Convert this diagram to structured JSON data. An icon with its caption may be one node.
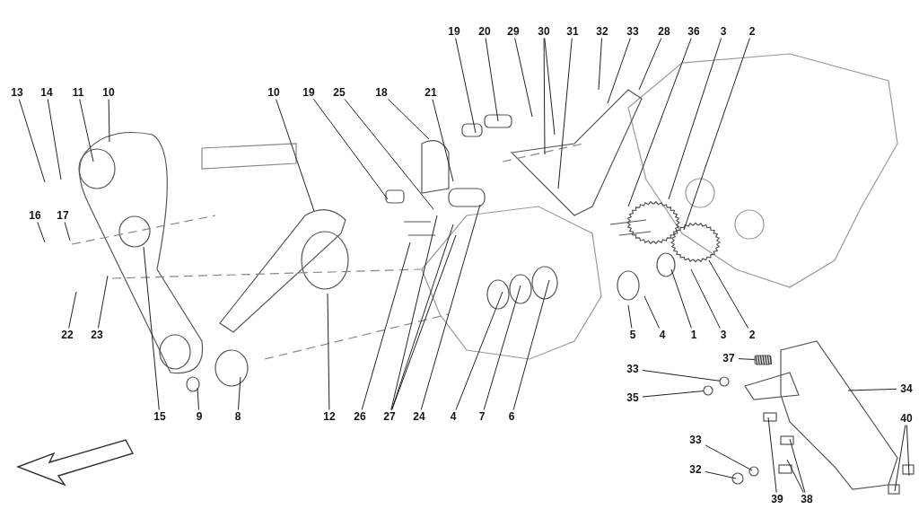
{
  "diagram": {
    "nodes": [
      {
        "text": [
          "19"
        ]
      },
      {
        "text": [
          "20"
        ]
      },
      {
        "text": [
          "29"
        ]
      },
      {
        "text": [
          "30"
        ]
      },
      {
        "text": [
          "31"
        ]
      },
      {
        "text": [
          "32"
        ]
      },
      {
        "text": [
          "33"
        ]
      },
      {
        "text": [
          "28"
        ]
      },
      {
        "text": [
          "36"
        ]
      },
      {
        "text": [
          "3"
        ]
      },
      {
        "text": [
          "2"
        ]
      },
      {
        "text": [
          "13"
        ]
      },
      {
        "text": [
          "14"
        ]
      },
      {
        "text": [
          "11"
        ]
      },
      {
        "text": [
          "10"
        ]
      },
      {
        "text": [
          "10"
        ]
      },
      {
        "text": [
          "19"
        ]
      },
      {
        "text": [
          "25"
        ]
      },
      {
        "text": [
          "18"
        ]
      },
      {
        "text": [
          "21"
        ]
      },
      {
        "text": [
          "16"
        ]
      },
      {
        "text": [
          "17"
        ]
      },
      {
        "text": [
          "22"
        ]
      },
      {
        "text": [
          "23"
        ]
      },
      {
        "text": [
          "5"
        ]
      },
      {
        "text": [
          "4"
        ]
      },
      {
        "text": [
          "1"
        ]
      },
      {
        "text": [
          "3"
        ]
      },
      {
        "text": [
          "2"
        ]
      },
      {
        "text": [
          "37"
        ]
      },
      {
        "text": [
          "33"
        ]
      },
      {
        "text": [
          "34"
        ]
      },
      {
        "text": [
          "35"
        ]
      },
      {
        "text": [
          "15"
        ]
      },
      {
        "text": [
          "9"
        ]
      },
      {
        "text": [
          "8"
        ]
      },
      {
        "text": [
          "12"
        ]
      },
      {
        "text": [
          "26"
        ]
      },
      {
        "text": [
          "27"
        ]
      },
      {
        "text": [
          "24"
        ]
      },
      {
        "text": [
          "4"
        ]
      },
      {
        "text": [
          "7"
        ]
      },
      {
        "text": [
          "6"
        ]
      },
      {
        "text": [
          "40"
        ]
      },
      {
        "text": [
          "33"
        ]
      },
      {
        "text": [
          "32"
        ]
      },
      {
        "text": [
          "39"
        ]
      },
      {
        "text": [
          "38"
        ]
      },
      {
        "text": [],
        "shape": "box"
      },
      {
        "text": [],
        "shape": "circle"
      },
      {
        "text": [],
        "shape": "circle"
      }
    ],
    "edges": [
      {
        "from": 0,
        "to": null,
        "arrow": "none"
      },
      {
        "from": 1,
        "to": null,
        "arrow": "none"
      },
      {
        "from": 2,
        "to": null,
        "arrow": "none"
      },
      {
        "from": 3,
        "to": null,
        "arrow": "none"
      },
      {
        "from": 3,
        "to": null,
        "arrow": "none"
      },
      {
        "from": 4,
        "to": null,
        "arrow": "none"
      },
      {
        "from": 5,
        "to": null,
        "arrow": "none"
      },
      {
        "from": 6,
        "to": null,
        "arrow": "none"
      },
      {
        "from": 7,
        "to": null,
        "arrow": "none"
      },
      {
        "from": 8,
        "to": null,
        "arrow": "none"
      },
      {
        "from": 9,
        "to": null,
        "arrow": "none"
      },
      {
        "from": 10,
        "to": null,
        "arrow": "none"
      },
      {
        "from": 11,
        "to": null,
        "arrow": "none"
      },
      {
        "from": 12,
        "to": null,
        "arrow": "none"
      },
      {
        "from": 13,
        "to": null,
        "arrow": "none"
      },
      {
        "from": 14,
        "to": null,
        "arrow": "none"
      },
      {
        "from": 15,
        "to": null,
        "arrow": "none"
      },
      {
        "from": 16,
        "to": null,
        "arrow": "none"
      },
      {
        "from": 17,
        "to": null,
        "arrow": "none"
      },
      {
        "from": 18,
        "to": null,
        "arrow": "none"
      },
      {
        "from": 19,
        "to": null,
        "arrow": "none"
      },
      {
        "from": 20,
        "to": null,
        "arrow": "none"
      },
      {
        "from": 21,
        "to": null,
        "arrow": "none"
      },
      {
        "from": 22,
        "to": null,
        "arrow": "none"
      },
      {
        "from": 23,
        "to": null,
        "arrow": "none"
      },
      {
        "from": 24,
        "to": null,
        "arrow": "none"
      },
      {
        "from": 25,
        "to": null,
        "arrow": "none"
      },
      {
        "from": 26,
        "to": null,
        "arrow": "none"
      },
      {
        "from": 27,
        "to": null,
        "arrow": "none"
      },
      {
        "from": 28,
        "to": null,
        "arrow": "none"
      },
      {
        "from": 29,
        "to": 48,
        "arrow": "none"
      },
      {
        "from": 30,
        "to": 49,
        "arrow": "none"
      },
      {
        "from": 31,
        "to": null,
        "arrow": "none"
      },
      {
        "from": 32,
        "to": 50,
        "arrow": "none"
      },
      {
        "from": 33,
        "to": null,
        "arrow": "none"
      },
      {
        "from": 34,
        "to": null,
        "arrow": "none"
      },
      {
        "from": 35,
        "to": null,
        "arrow": "none"
      },
      {
        "from": 36,
        "to": null,
        "arrow": "none"
      },
      {
        "from": 37,
        "to": null,
        "arrow": "none"
      },
      {
        "from": 38,
        "to": null,
        "arrow": "none"
      },
      {
        "from": 38,
        "to": null,
        "arrow": "none"
      },
      {
        "from": 38,
        "to": null,
        "arrow": "none"
      },
      {
        "from": 39,
        "to": null,
        "arrow": "none"
      },
      {
        "from": 40,
        "to": null,
        "arrow": "none"
      },
      {
        "from": 41,
        "to": null,
        "arrow": "none"
      },
      {
        "from": 42,
        "to": null,
        "arrow": "none"
      },
      {
        "from": 43,
        "to": null,
        "arrow": "none"
      },
      {
        "from": 43,
        "to": null,
        "arrow": "none"
      },
      {
        "from": 44,
        "to": null,
        "arrow": "none"
      },
      {
        "from": 45,
        "to": null,
        "arrow": "none"
      },
      {
        "from": 46,
        "to": null,
        "arrow": "none"
      },
      {
        "from": 47,
        "to": null,
        "arrow": "none"
      },
      {
        "from": 47,
        "to": null,
        "arrow": "none"
      }
    ]
  }
}
